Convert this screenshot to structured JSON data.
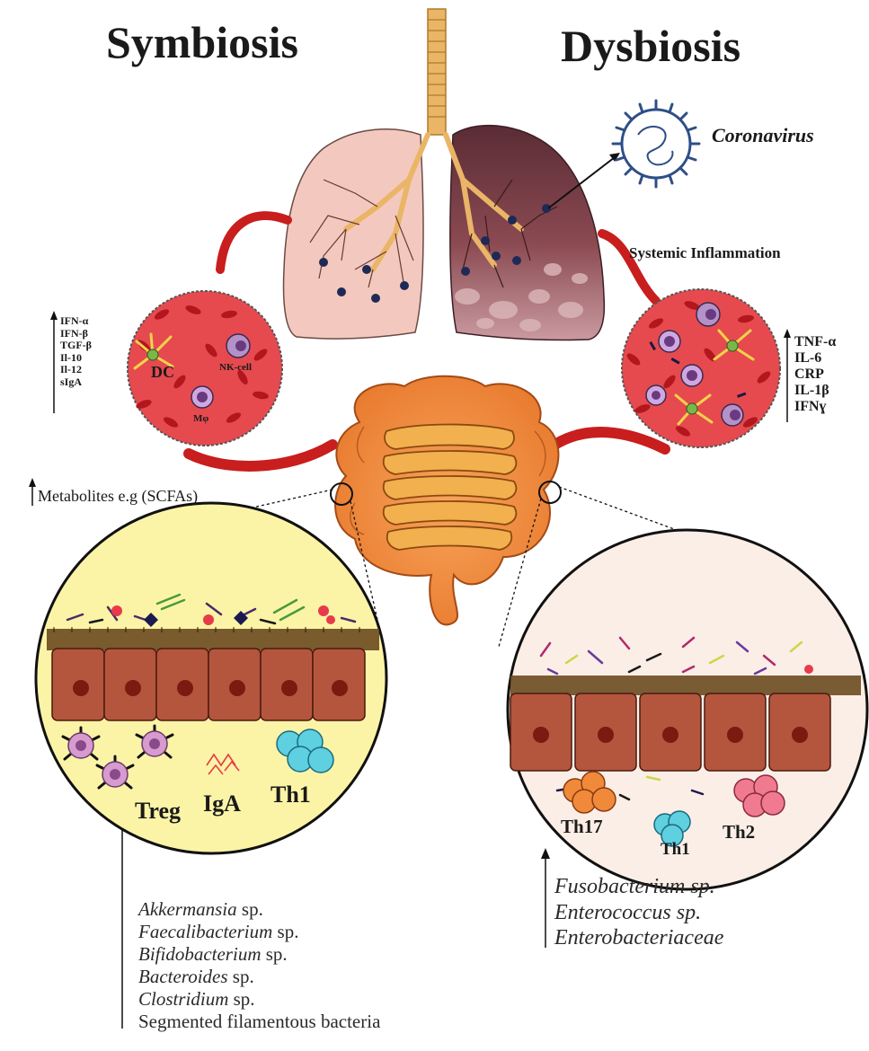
{
  "headings": {
    "left": "Symbiosis",
    "right": "Dysbiosis"
  },
  "top_labels": {
    "virus": "Coronavirus",
    "inflammation": "Systemic Inflammation"
  },
  "left_circle": {
    "dc": "DC",
    "nk": "NK-cell",
    "mphi": "Mφ"
  },
  "left_cytokines": [
    "IFN-α",
    "IFN-β",
    "TGF-β",
    "Il-10",
    "Il-12",
    "sIgA"
  ],
  "right_cytokines": [
    "TNF-α",
    "IL-6",
    "CRP",
    "IL-1β",
    "IFNɣ"
  ],
  "metabolites": "Metabolites e.g (SCFAs)",
  "left_gut_cells": {
    "treg": "Treg",
    "iga": "IgA",
    "th1": "Th1"
  },
  "right_gut_cells": {
    "th17": "Th17",
    "th1": "Th1",
    "th2": "Th2"
  },
  "left_bacteria": [
    {
      "italic": "Akkermansia",
      "plain": " sp."
    },
    {
      "italic": "Faecalibacterium",
      "plain": " sp."
    },
    {
      "italic": "Bifidobacterium",
      "plain": " sp."
    },
    {
      "italic": "Bacteroides",
      "plain": " sp."
    },
    {
      "italic": "Clostridium",
      "plain": " sp."
    },
    {
      "italic": "",
      "plain": "Segmented filamentous bacteria"
    }
  ],
  "right_bacteria": [
    "Fusobacterium sp.",
    "Enterococcus sp.",
    "Enterobacteriaceae"
  ],
  "colors": {
    "lung_left": "#f3c9bf",
    "lung_right": "#7c3e46",
    "bronchi": "#eab567",
    "vessel": "#c81e1e",
    "blood": "#e64a4f",
    "rbc": "#b3161c",
    "gut": "#f08c3c",
    "gut_fold": "#f2b04e",
    "panel_left": "#fbf4a6",
    "panel_right": "#fbeee6",
    "epithelium": "#b4563d",
    "nucleus": "#7a1a10",
    "treg": "#d79bd0",
    "th1": "#5ed0e0",
    "th17": "#f08a3a",
    "th2": "#f07a90"
  }
}
